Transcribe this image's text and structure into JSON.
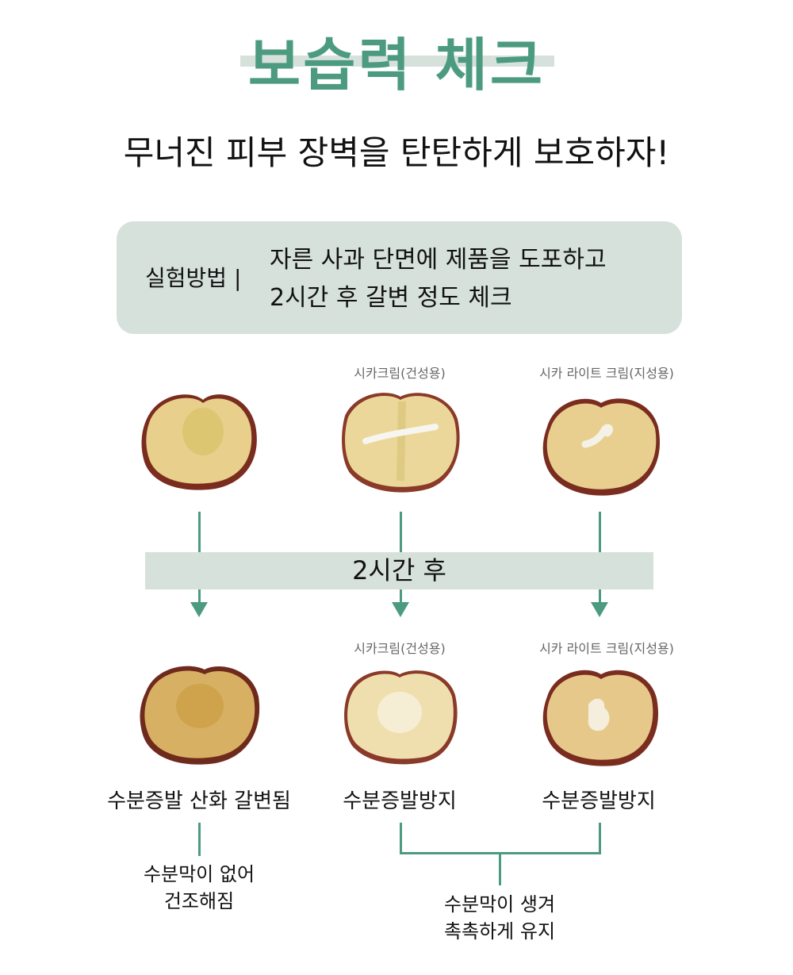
{
  "header": {
    "title": "보습력 체크",
    "subtitle": "무너진 피부 장벽을 탄탄하게 보호하자!"
  },
  "method": {
    "label": "실험방법 |",
    "line1": "자른 사과 단면에 제품을 도포하고",
    "line2": "2시간 후 갈변 정도 체크"
  },
  "before": {
    "captions": [
      "",
      "시카크림(건성용)",
      "시카 라이트 크림(지성용)"
    ]
  },
  "after_label": "2시간 후",
  "after": {
    "captions": [
      "",
      "시카크림(건성용)",
      "시카 라이트 크림(지성용)"
    ]
  },
  "results": [
    "수분증발 산화 갈변됨",
    "수분증발방지",
    "수분증발방지"
  ],
  "notes": {
    "left_line1": "수분막이 없어",
    "left_line2": "건조해짐",
    "right_line1": "수분막이 생겨",
    "right_line2": "촉촉하게 유지"
  },
  "colors": {
    "accent": "#4c9b80",
    "panel": "#d6e1dc"
  }
}
